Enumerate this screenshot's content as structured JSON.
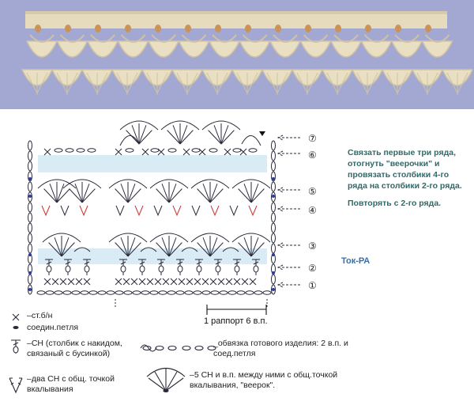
{
  "photo": {
    "colors": {
      "background": "#a3a8d3",
      "yarn": "#e9dfc3",
      "shadow": "#cfc3a3",
      "beads": "#c9935a"
    }
  },
  "diagram": {
    "row_numbers": [
      "⑦",
      "⑥",
      "⑤",
      "④",
      "③",
      "②",
      "①"
    ],
    "instruction": {
      "line1": "Связать первые три ряда, отогнуть \"веерочки\" и провязать столбики 4-го ряда на столбики 2-го ряда.",
      "line2": "Повторять с 2-го ряда."
    },
    "author": "Ток-РА",
    "repeat_label": "1 раппорт  6 в.п.",
    "colors": {
      "stitch": "#2a2a3a",
      "highlight_row": "#d9ecf6",
      "red_stitch": "#c83030",
      "instruction_text": "#2e6a6a"
    }
  },
  "legend": {
    "sc": "–ст.б/н",
    "slip": "соедин.петля",
    "dc_bead": "–СН (столбик с накидом, связаный с бусинкой)",
    "edging": "_обвязка готового изделия: 2 в.п. и соед.петля",
    "two_dc": "–два СН с общ. точкой вкалывания",
    "fan": "–5 СН и в.п. между ними с общ.точкой вкалывания, \"веерок\"."
  }
}
